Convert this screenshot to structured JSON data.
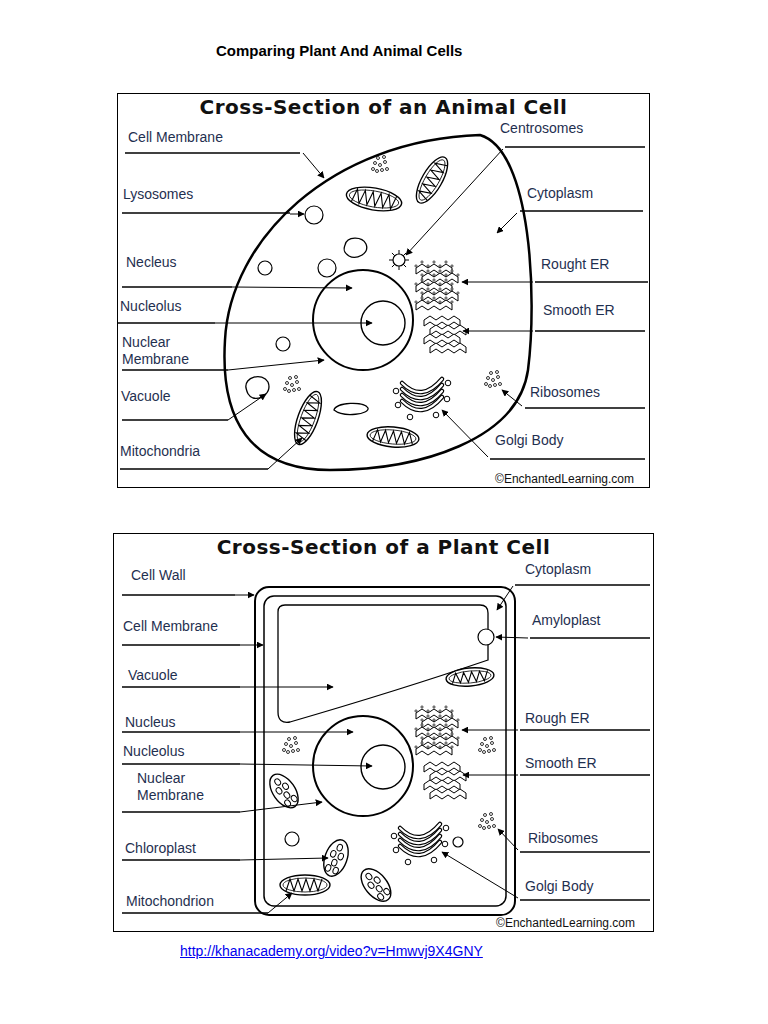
{
  "diagram": {
    "title": "Comparing Plant And Animal Cells",
    "nodes": [
      {
        "text": [
          "Cross-Section of an Animal Cell",
          "©EnchantedLearning.com"
        ]
      },
      {
        "text": [
          "Cross-Section of a Plant Cell",
          "©EnchantedLearning.com"
        ]
      }
    ],
    "labels": [
      "Cell Membrane",
      "Centrosomes",
      "Lysosomes",
      "Cytoplasm",
      "Necleus",
      "Rought ER",
      "Nucleolus",
      "Smooth ER",
      "Nuclear Membrane",
      "Vacuole",
      "Ribosomes",
      "Golgi Body",
      "Mitochondria",
      "Cell Wall",
      "Cytoplasm",
      "Cell Membrane",
      "Amyloplast",
      "Vacuole",
      "Nucleus",
      "Rough ER",
      "Nucleolus",
      "Smooth ER",
      "Nuclear Membrane",
      "Ribosomes",
      "Chloroplast",
      "Golgi Body",
      "Mitochondrion",
      "http://khanacademy.org/video?v=Hmwvj9X4GNY"
    ]
  }
}
